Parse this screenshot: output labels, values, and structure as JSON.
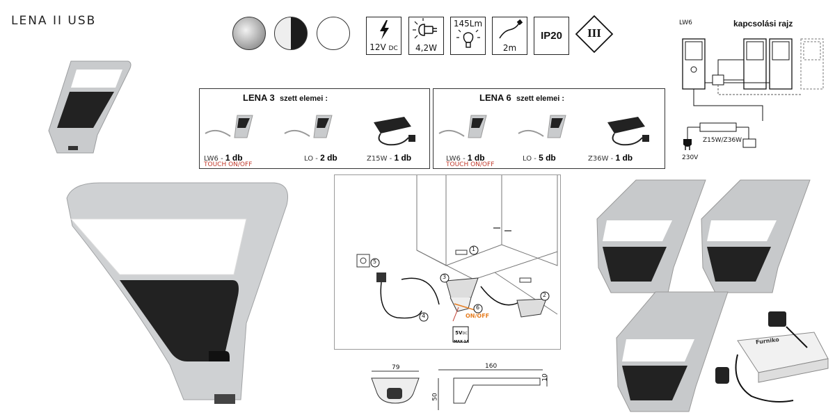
{
  "product": {
    "title": "LENA II USB"
  },
  "finish_colors": [
    "#c8c8c8",
    "#1c1c1c",
    "#ffffff"
  ],
  "specs": {
    "voltage": "12V",
    "voltage_unit": "DC",
    "power": "4,2W",
    "lumens": "145Lm",
    "cable": "2m",
    "ip": "IP20",
    "class": "III"
  },
  "wiring": {
    "title": "kapcsolási rajz",
    "lw6_label": "LW6",
    "driver_label": "Z15W/Z36W",
    "mains_label": "230V"
  },
  "sets": [
    {
      "name": "LENA 3",
      "suffix": "szett elemei :",
      "items": [
        {
          "code": "LW6 -",
          "qty": "1 db",
          "note": "TOUCH ON/OFF"
        },
        {
          "code": "LO -",
          "qty": "2 db"
        },
        {
          "code": "Z15W -",
          "qty": "1 db"
        }
      ]
    },
    {
      "name": "LENA 6",
      "suffix": "szett elemei :",
      "items": [
        {
          "code": "LW6 -",
          "qty": "1 db",
          "note": "TOUCH ON/OFF"
        },
        {
          "code": "LO -",
          "qty": "5 db"
        },
        {
          "code": "Z36W -",
          "qty": "1 db"
        }
      ]
    }
  ],
  "install": {
    "steps": [
      "1",
      "2",
      "3",
      "4",
      "5",
      "6"
    ],
    "onoff": "ON/OFF",
    "usb_volt": "5V",
    "usb_unit": "DC",
    "usb_max": "MAX 1A"
  },
  "dimensions": {
    "width": "79",
    "length": "160",
    "height": "50",
    "thickness": "10"
  },
  "driver_brand": "Furniko"
}
